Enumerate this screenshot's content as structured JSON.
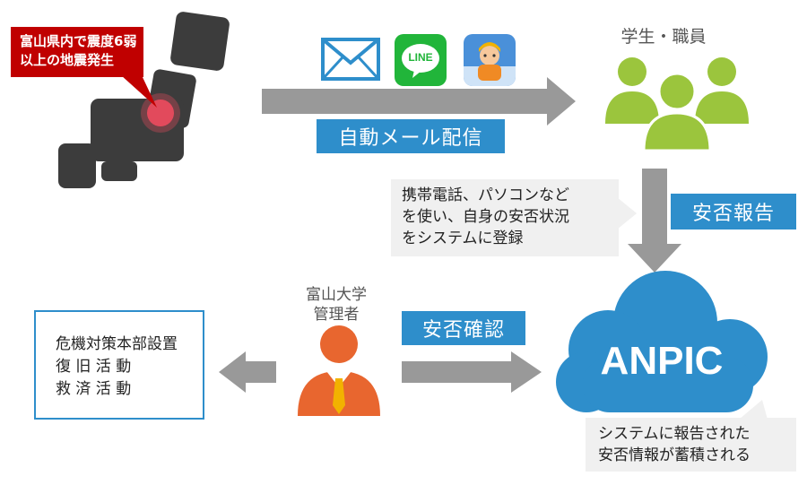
{
  "alert": {
    "line1": "富山県内で震度6弱",
    "line2": "以上の地震発生"
  },
  "icons": {
    "mail": "envelope-icon",
    "line": "line-app-icon",
    "app": "anpic-app-icon",
    "line_text": "LINE"
  },
  "labels": {
    "auto_mail": "自動メール配信",
    "report": "安否報告",
    "confirm": "安否確認"
  },
  "students": {
    "title": "学生・職員"
  },
  "phone_note": {
    "line1": "携帯電話、パソコンなど",
    "line2": "を使い、自身の安否状況",
    "line3": "をシステムに登録"
  },
  "cloud": {
    "name": "ANPIC"
  },
  "cloud_note": {
    "line1": "システムに報告された",
    "line2": "安否情報が蓄積される"
  },
  "admin": {
    "line1": "富山大学",
    "line2": "管理者"
  },
  "actions": {
    "line1": "危機対策本部設置",
    "line2": "復 旧 活 動",
    "line3": "救 済 活 動"
  },
  "colors": {
    "blue": "#2e8ecb",
    "green": "#9bc53d",
    "orange": "#e8662f",
    "red": "#c00000",
    "arrow": "#999999",
    "map": "#404040"
  }
}
